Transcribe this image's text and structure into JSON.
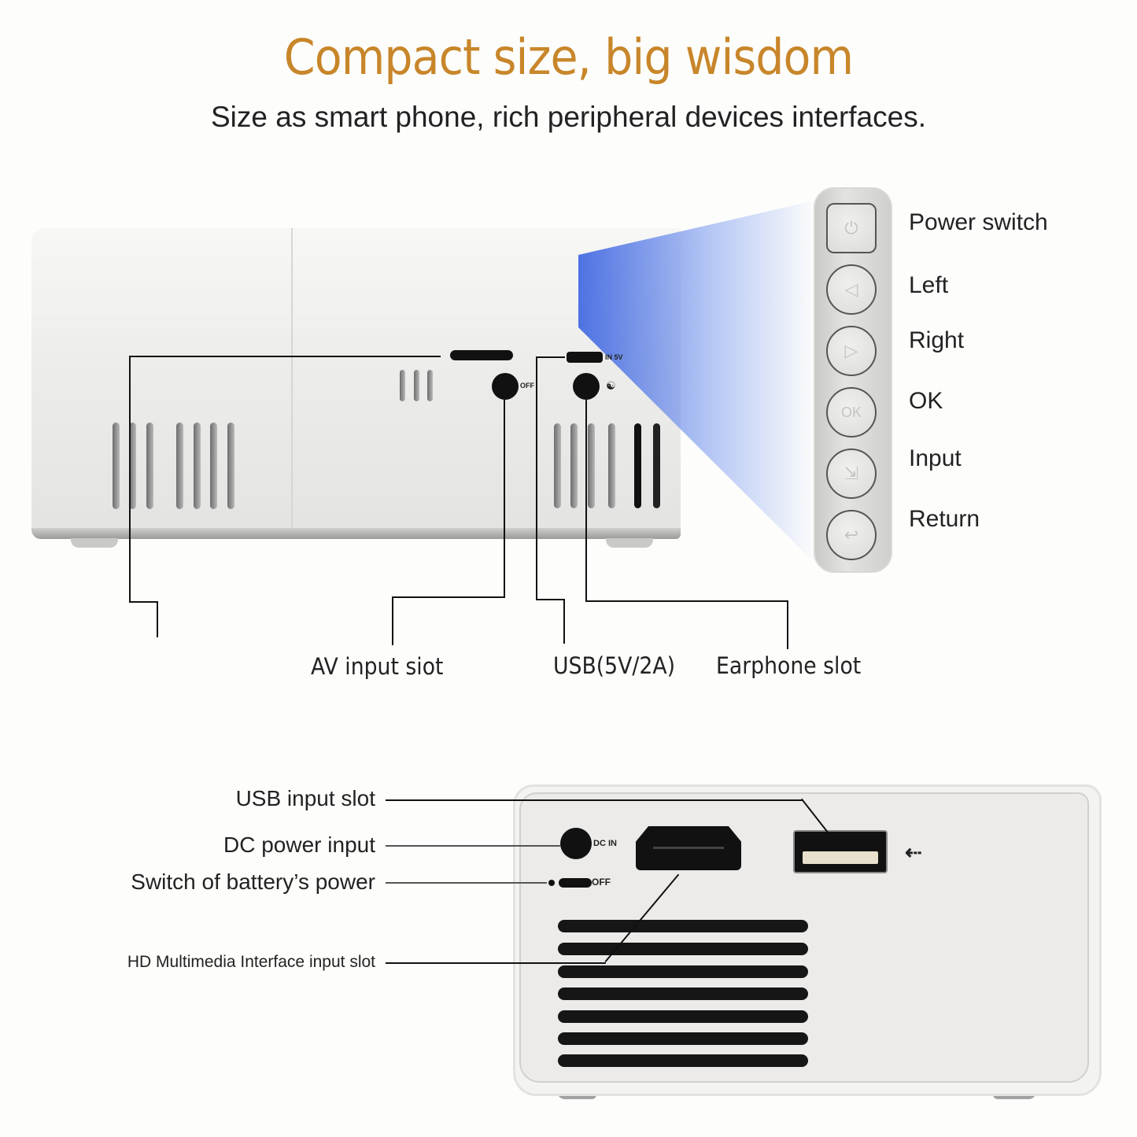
{
  "header": {
    "title": "Compact size, big wisdom",
    "subtitle": "Size as smart phone, rich peripheral devices interfaces.",
    "title_color": "#c8862a"
  },
  "top_device": {
    "port_markings": {
      "usb_marking": "IN 5V",
      "av_marking": "OFF",
      "earphone_icon": "headphone-icon"
    },
    "callouts": [
      {
        "label": "AV input siot"
      },
      {
        "label": "USB(5V/2A)"
      },
      {
        "label": "Earphone slot"
      }
    ]
  },
  "control_panel": {
    "buttons": [
      {
        "icon": "power-icon",
        "glyph": "⏻",
        "label": "Power switch"
      },
      {
        "icon": "left-arrow-icon",
        "glyph": "◁",
        "label": "Left"
      },
      {
        "icon": "right-arrow-icon",
        "glyph": "▷",
        "label": "Right"
      },
      {
        "icon": "ok-icon",
        "glyph": "OK",
        "label": "OK"
      },
      {
        "icon": "input-source-icon",
        "glyph": "⇲",
        "label": "Input"
      },
      {
        "icon": "return-icon",
        "glyph": "↩",
        "label": "Return"
      }
    ]
  },
  "bottom_device": {
    "port_markings": {
      "dc_marking": "DC IN",
      "switch_marking": "OFF",
      "usb_icon": "usb-icon"
    },
    "callouts": [
      {
        "label": "USB input slot"
      },
      {
        "label": "DC power input"
      },
      {
        "label": "Switch of battery’s power"
      },
      {
        "label": "HD Multimedia Interface input slot"
      }
    ]
  }
}
